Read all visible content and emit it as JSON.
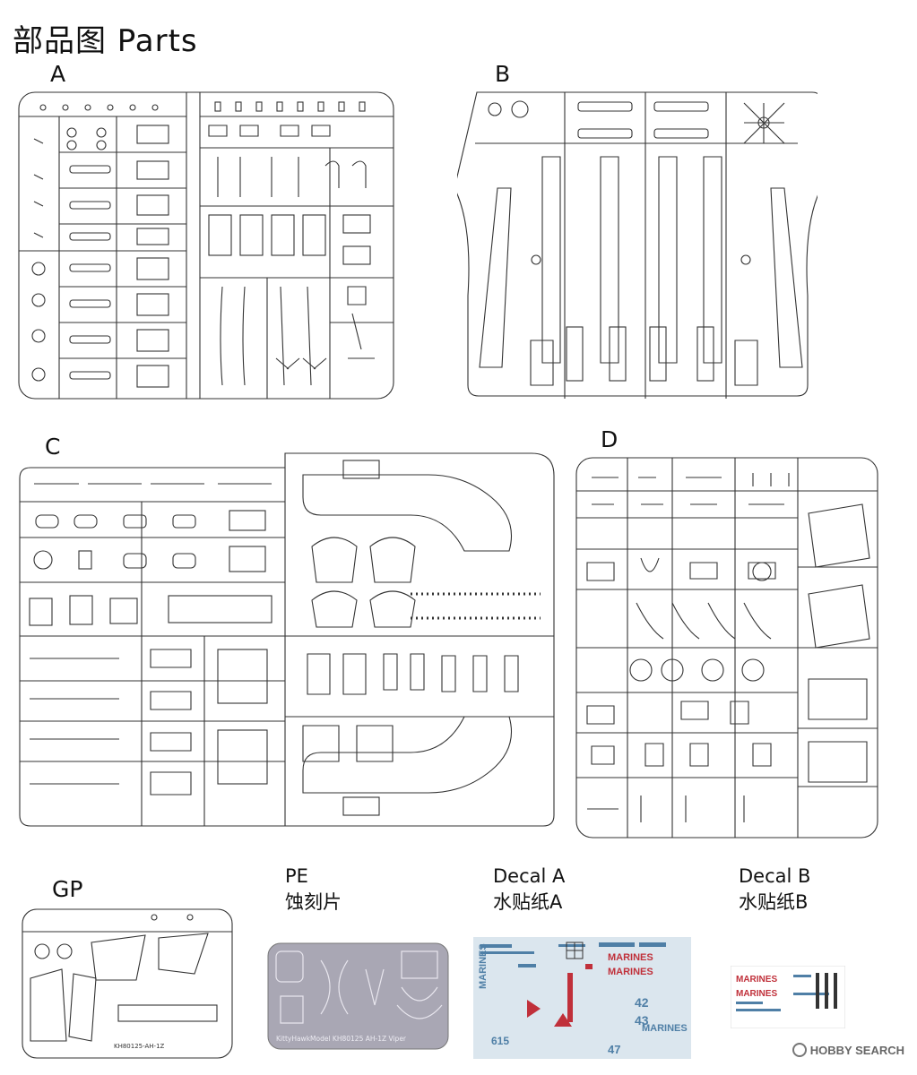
{
  "page": {
    "title": "部品图 Parts"
  },
  "sprues": [
    {
      "id": "A",
      "label": "A"
    },
    {
      "id": "B",
      "label": "B"
    },
    {
      "id": "C",
      "label": "C"
    },
    {
      "id": "D",
      "label": "D"
    },
    {
      "id": "GP",
      "label": "GP",
      "code": "KH80125-AH-1Z"
    }
  ],
  "pe": {
    "label": "PE",
    "label_cn": "蚀刻片",
    "fret_text": "KittyHawkModel  KH80125 AH-1Z Viper"
  },
  "decal_a": {
    "label": "Decal A",
    "label_cn": "水贴纸A",
    "sheet_text": "MARINES",
    "numbers": [
      "615",
      "42",
      "47",
      "43"
    ]
  },
  "decal_b": {
    "label": "Decal B",
    "label_cn": "水贴纸B",
    "sheet_text": "MARINES"
  },
  "watermark": {
    "text": "HOBBY SEARCH"
  },
  "colors": {
    "line": "#333333",
    "pe_fret": "#a9a7b4",
    "decal_bg": "#dbe6ee",
    "decal_blue": "#4f7fa6",
    "decal_red": "#c0303a"
  }
}
